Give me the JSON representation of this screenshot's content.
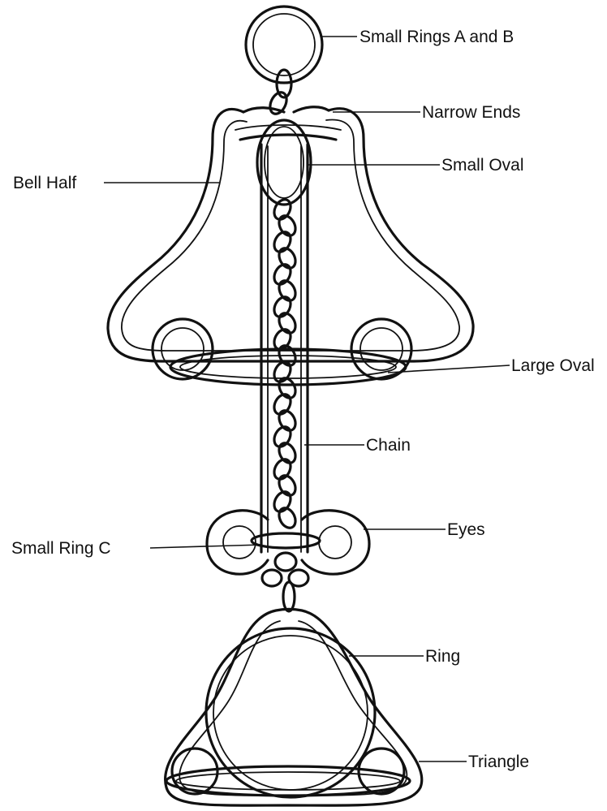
{
  "labels": {
    "small_rings_ab": "Small Rings A and B",
    "narrow_ends": "Narrow Ends",
    "small_oval": "Small Oval",
    "bell_half": "Bell Half",
    "large_oval": "Large Oval",
    "chain": "Chain",
    "eyes": "Eyes",
    "small_ring_c": "Small Ring C",
    "ring": "Ring",
    "triangle": "Triangle"
  },
  "colors": {
    "ink": "#111111",
    "background": "#ffffff"
  }
}
